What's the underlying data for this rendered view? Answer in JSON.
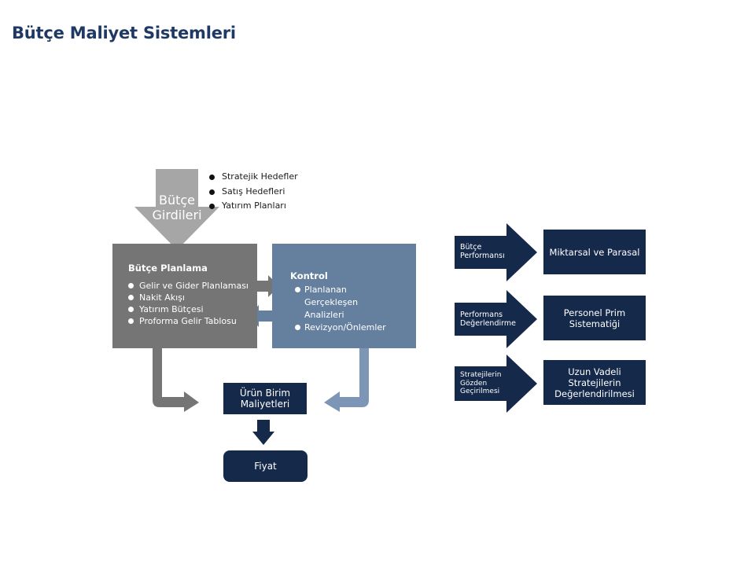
{
  "page": {
    "title": "Bütçe Maliyet Sistemleri"
  },
  "budget_input": {
    "label_line1": "Bütçe",
    "label_line2": "Girdileri",
    "items": [
      "Stratejik Hedefler",
      "Satış Hedefleri",
      "Yatırım Planları"
    ]
  },
  "planning": {
    "title": "Bütçe Planlama",
    "items": [
      "Gelir ve Gider  Planlaması",
      "Nakit Akışı",
      "Yatırım Bütçesi",
      "Proforma Gelir Tablosu"
    ]
  },
  "control": {
    "title": "Kontrol",
    "items": [
      "Planlanan Gerçekleşen Analizleri",
      "Revizyon/Önlemler"
    ]
  },
  "product_cost": {
    "line1": "Ürün Birim",
    "line2": "Maliyetleri"
  },
  "price": {
    "label": "Fiyat"
  },
  "right_rows": [
    {
      "arrow_line1": "Bütçe",
      "arrow_line2": "Performansı",
      "arrow_line3": "",
      "box_line1": "Miktarsal ve Parasal",
      "box_line2": "",
      "box_line3": ""
    },
    {
      "arrow_line1": "Performans",
      "arrow_line2": "Değerlendirme",
      "arrow_line3": "",
      "box_line1": "Personel Prim",
      "box_line2": "Sistematiği",
      "box_line3": ""
    },
    {
      "arrow_line1": "Stratejilerin",
      "arrow_line2": "Gözden",
      "arrow_line3": "Geçirilmesi",
      "box_line1": "Uzun Vadeli",
      "box_line2": "Stratejilerin",
      "box_line3": "Değerlendirilmesi"
    }
  ],
  "colors": {
    "title": "#1f3864",
    "dark_navy": "#15294b",
    "planning_gray": "#757575",
    "control_blue": "#65809f",
    "input_arrow_gray": "#a6a6a6"
  }
}
